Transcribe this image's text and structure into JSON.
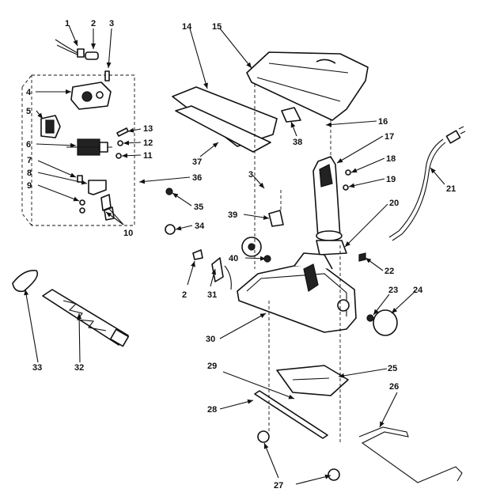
{
  "diagram": {
    "type": "exploded parts diagram",
    "callouts": {
      "c1": "1",
      "c2a": "2",
      "c2b": "2",
      "c3a": "3",
      "c3b": "3",
      "c4": "4",
      "c5": "5",
      "c6": "6",
      "c7": "7",
      "c8": "8",
      "c9": "9",
      "c10": "10",
      "c11": "11",
      "c12": "12",
      "c13": "13",
      "c14": "14",
      "c15": "15",
      "c16": "16",
      "c17": "17",
      "c18": "18",
      "c19": "19",
      "c20": "20",
      "c21": "21",
      "c22": "22",
      "c23": "23",
      "c24": "24",
      "c25": "25",
      "c26": "26",
      "c27": "27",
      "c28": "28",
      "c29": "29",
      "c30": "30",
      "c31": "31",
      "c32": "32",
      "c33": "33",
      "c34": "34",
      "c35": "35",
      "c36": "36",
      "c37": "37",
      "c38": "38",
      "c39": "39",
      "c40": "40"
    }
  }
}
